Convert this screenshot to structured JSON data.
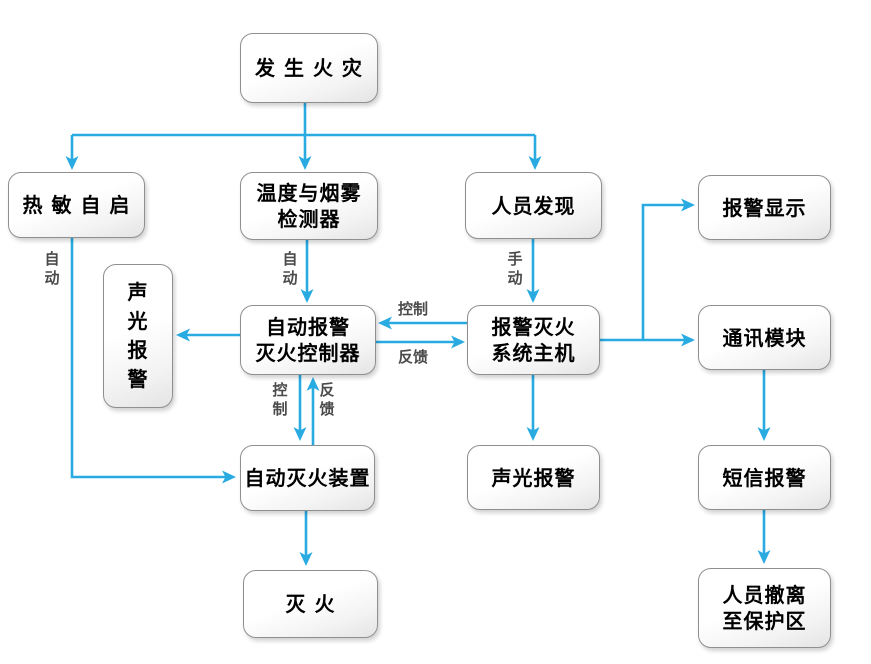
{
  "diagram": {
    "type": "flowchart",
    "subject": "fire-alarm-and-extinguishing-system",
    "line_color": "#29abe2",
    "box_border_color": "#8f8f8f",
    "nodes": {
      "fire_occurs": "发 生 火 灾",
      "thermal_self_start": "热 敏 自 启",
      "temp_smoke_detector": "温度与烟雾\n检测器",
      "personnel_discovery": "人员发现",
      "alarm_display": "报警显示",
      "sound_light_alarm_left": "声\n光\n报\n警",
      "auto_alarm_controller": "自动报警\n灭火控制器",
      "alarm_system_host": "报警灭火\n系统主机",
      "comm_module": "通讯模块",
      "auto_extinguish_device": "自动灭火装置",
      "sound_light_alarm": "声光报警",
      "sms_alarm": "短信报警",
      "extinguish": "灭 火",
      "evacuate_to_protected_area": "人员撤离\n至保护区"
    },
    "edge_labels": {
      "auto_left": "自\n动",
      "auto_center": "自\n动",
      "manual": "手\n动",
      "control_horizontal": "控制",
      "feedback_horizontal": "反馈",
      "control_vertical": "控\n制",
      "feedback_vertical": "反\n馈"
    },
    "edges": [
      {
        "from": "发生火灾",
        "to": "热敏自启"
      },
      {
        "from": "发生火灾",
        "to": "温度与烟雾检测器"
      },
      {
        "from": "发生火灾",
        "to": "人员发现"
      },
      {
        "from": "热敏自启",
        "to": "自动灭火装置",
        "label": "自动"
      },
      {
        "from": "温度与烟雾检测器",
        "to": "自动报警灭火控制器",
        "label": "自动"
      },
      {
        "from": "人员发现",
        "to": "报警灭火系统主机",
        "label": "手动"
      },
      {
        "from": "报警灭火系统主机",
        "to": "自动报警灭火控制器",
        "label": "控制"
      },
      {
        "from": "自动报警灭火控制器",
        "to": "报警灭火系统主机",
        "label": "反馈"
      },
      {
        "from": "自动报警灭火控制器",
        "to": "声光报警(左)"
      },
      {
        "from": "自动报警灭火控制器",
        "to": "自动灭火装置",
        "label": "控制"
      },
      {
        "from": "自动灭火装置",
        "to": "自动报警灭火控制器",
        "label": "反馈"
      },
      {
        "from": "自动灭火装置",
        "to": "灭火"
      },
      {
        "from": "报警灭火系统主机",
        "to": "声光报警"
      },
      {
        "from": "报警灭火系统主机",
        "to": "报警显示"
      },
      {
        "from": "报警灭火系统主机",
        "to": "通讯模块"
      },
      {
        "from": "通讯模块",
        "to": "短信报警"
      },
      {
        "from": "短信报警",
        "to": "人员撤离至保护区"
      }
    ]
  }
}
